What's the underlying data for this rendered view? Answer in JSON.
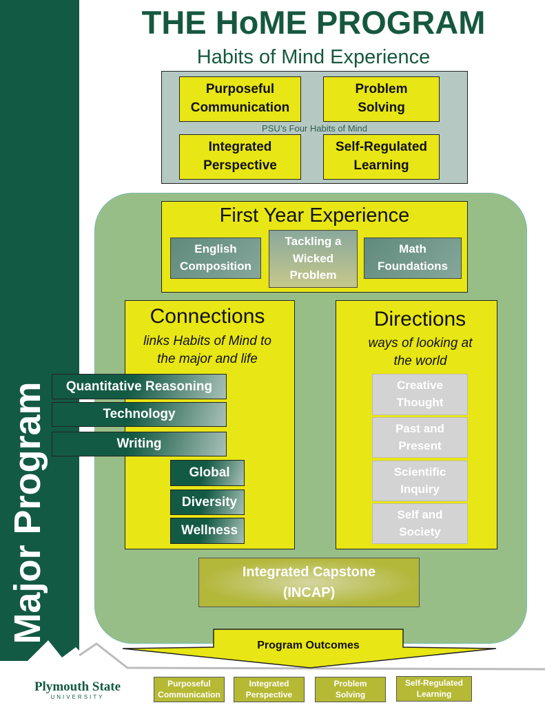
{
  "title": "THE HoME PROGRAM",
  "subtitle": "Habits of Mind Experience",
  "habits": {
    "label": "PSU’s Four Habits of Mind",
    "items": [
      "Purposeful Communication",
      "Problem Solving",
      "Integrated Perspective",
      "Self-Regulated Learning"
    ]
  },
  "fye": {
    "title": "First Year Experience",
    "items": [
      "English Composition",
      "Tackling a Wicked Problem",
      "Math Foundations"
    ]
  },
  "connections": {
    "title": "Connections",
    "subtitle": "links Habits of Mind to the major and life",
    "wide": [
      "Quantitative Reasoning",
      "Technology",
      "Writing"
    ],
    "narrow": [
      "Global",
      "Diversity",
      "Wellness"
    ]
  },
  "directions": {
    "title": "Directions",
    "subtitle": "ways of looking at the world",
    "items": [
      "Creative Thought",
      "Past and Present",
      "Scientific Inquiry",
      "Self and Society"
    ]
  },
  "capstone": "Integrated Capstone (INCAP)",
  "side_label": "Major Program",
  "outcomes": {
    "label": "Program Outcomes",
    "items": [
      "Purposeful Communication",
      "Integrated Perspective",
      "Problem Solving",
      "Self-Regulated Learning"
    ]
  },
  "logo": {
    "name": "Plymouth State",
    "sub": "UNIVERSITY"
  },
  "colors": {
    "dark_green": "#135a44",
    "yellow": "#e8e614",
    "light_green": "#98be88"
  }
}
